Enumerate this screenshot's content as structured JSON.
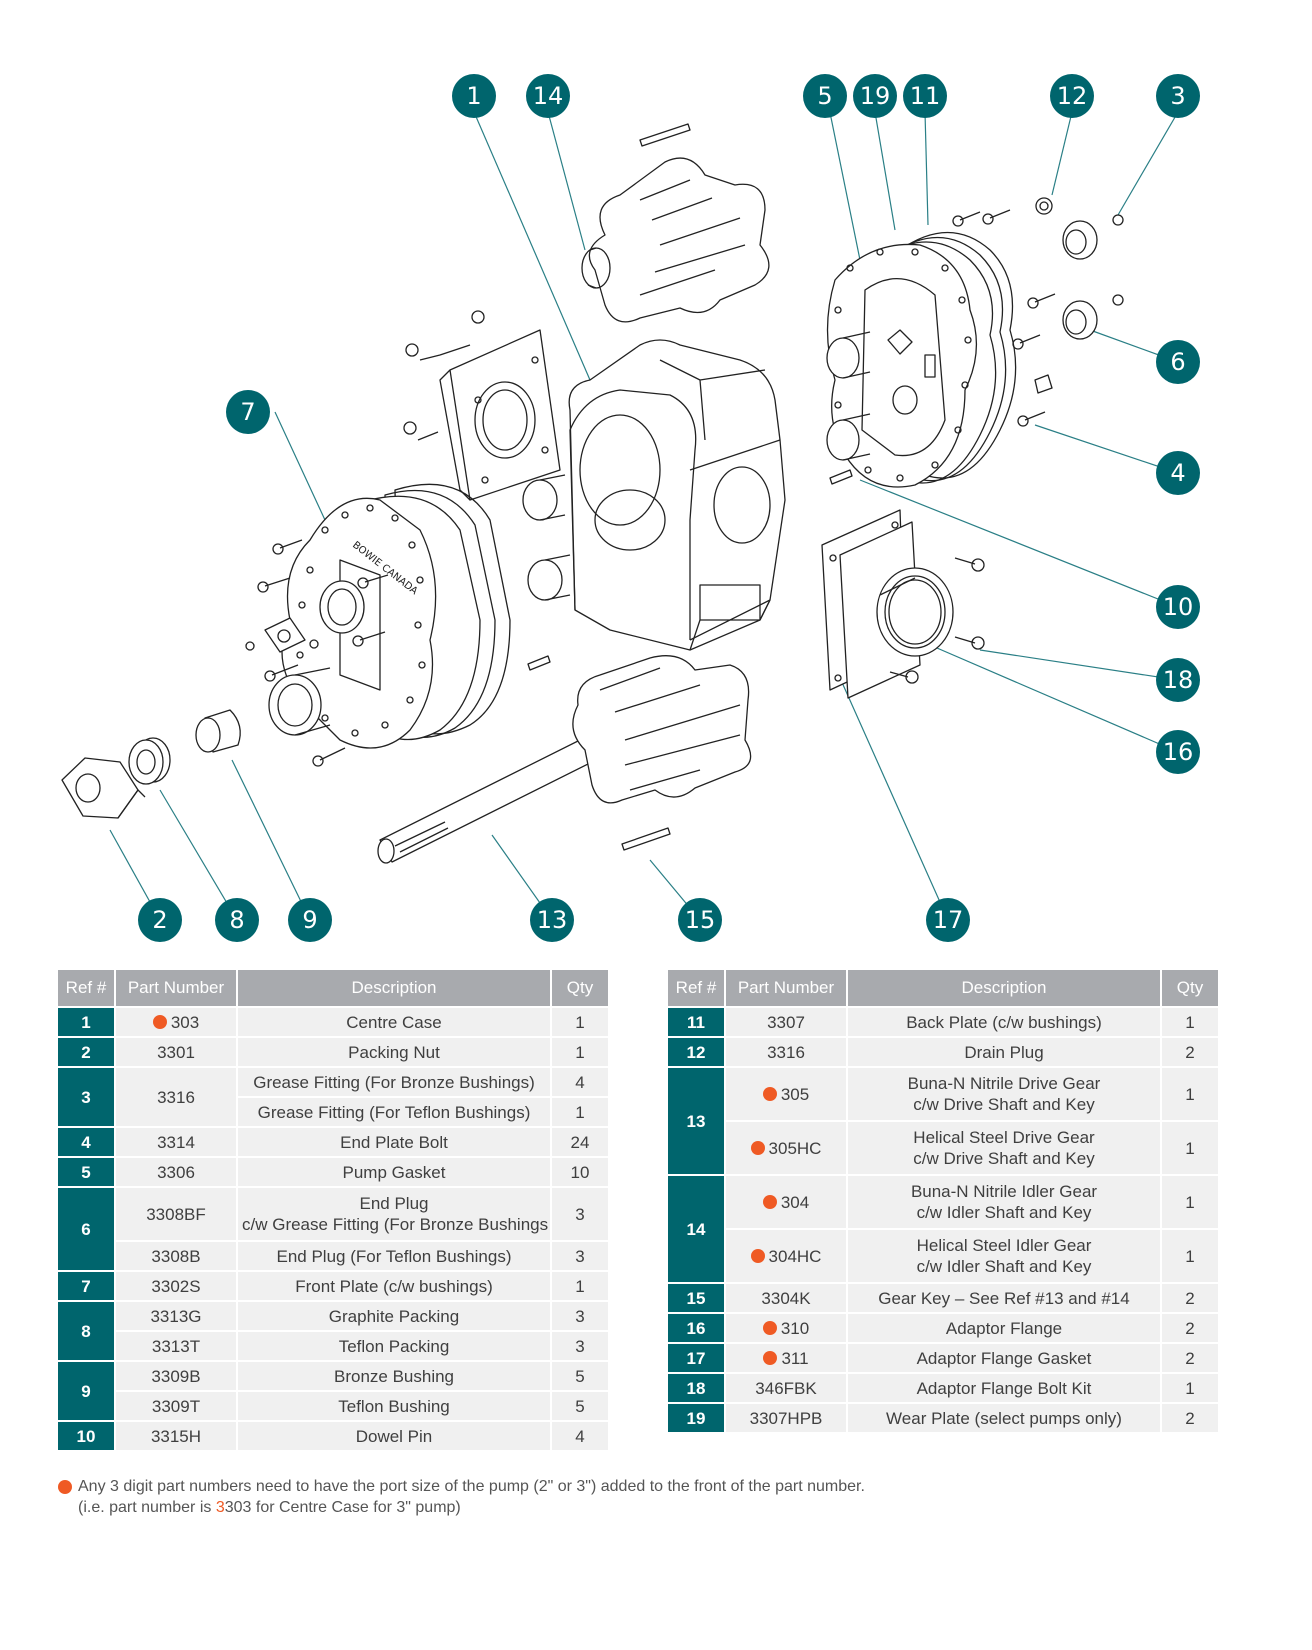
{
  "colors": {
    "teal": "#00656d",
    "header_gray": "#a8aaae",
    "row_gray": "#f0f0f0",
    "accent_orange": "#ef5a24"
  },
  "callouts": [
    "1",
    "14",
    "5",
    "19",
    "11",
    "12",
    "3",
    "6",
    "4",
    "7",
    "10",
    "18",
    "16",
    "2",
    "8",
    "9",
    "13",
    "15",
    "17"
  ],
  "diagram_text": {
    "brand": "BOWIE CANADA"
  },
  "table_headers": [
    "Ref #",
    "Part Number",
    "Description",
    "Qty"
  ],
  "left_table": [
    {
      "ref": "1",
      "items": [
        {
          "part": "303",
          "dot": true,
          "desc": [
            "Centre Case"
          ],
          "qty": "1"
        }
      ]
    },
    {
      "ref": "2",
      "items": [
        {
          "part": "3301",
          "dot": false,
          "desc": [
            "Packing Nut"
          ],
          "qty": "1"
        }
      ]
    },
    {
      "ref": "3",
      "items": [
        {
          "part": "3316",
          "dot": false,
          "desc": [
            "Grease Fitting (For Bronze Bushings)"
          ],
          "qty": "4"
        },
        {
          "part": "",
          "dot": false,
          "desc": [
            "Grease Fitting (For Teflon Bushings)"
          ],
          "qty": "1"
        }
      ]
    },
    {
      "ref": "4",
      "items": [
        {
          "part": "3314",
          "dot": false,
          "desc": [
            "End Plate Bolt"
          ],
          "qty": "24"
        }
      ]
    },
    {
      "ref": "5",
      "items": [
        {
          "part": "3306",
          "dot": false,
          "desc": [
            "Pump Gasket"
          ],
          "qty": "10"
        }
      ]
    },
    {
      "ref": "6",
      "items": [
        {
          "part": "3308BF",
          "dot": false,
          "desc": [
            "End Plug",
            "c/w Grease Fitting (For Bronze Bushings"
          ],
          "qty": "3"
        },
        {
          "part": "3308B",
          "dot": false,
          "desc": [
            "End Plug (For Teflon Bushings)"
          ],
          "qty": "3"
        }
      ]
    },
    {
      "ref": "7",
      "items": [
        {
          "part": "3302S",
          "dot": false,
          "desc": [
            "Front Plate (c/w bushings)"
          ],
          "qty": "1"
        }
      ]
    },
    {
      "ref": "8",
      "items": [
        {
          "part": "3313G",
          "dot": false,
          "desc": [
            "Graphite Packing"
          ],
          "qty": "3"
        },
        {
          "part": "3313T",
          "dot": false,
          "desc": [
            "Teflon Packing"
          ],
          "qty": "3"
        }
      ]
    },
    {
      "ref": "9",
      "items": [
        {
          "part": "3309B",
          "dot": false,
          "desc": [
            "Bronze Bushing"
          ],
          "qty": "5"
        },
        {
          "part": "3309T",
          "dot": false,
          "desc": [
            "Teflon Bushing"
          ],
          "qty": "5"
        }
      ]
    },
    {
      "ref": "10",
      "items": [
        {
          "part": "3315H",
          "dot": false,
          "desc": [
            "Dowel Pin"
          ],
          "qty": "4"
        }
      ]
    }
  ],
  "right_table": [
    {
      "ref": "11",
      "items": [
        {
          "part": "3307",
          "dot": false,
          "desc": [
            "Back Plate (c/w bushings)"
          ],
          "qty": "1"
        }
      ]
    },
    {
      "ref": "12",
      "items": [
        {
          "part": "3316",
          "dot": false,
          "desc": [
            "Drain Plug"
          ],
          "qty": "2"
        }
      ]
    },
    {
      "ref": "13",
      "items": [
        {
          "part": "305",
          "dot": true,
          "desc": [
            "Buna-N Nitrile Drive Gear",
            "c/w Drive Shaft and Key"
          ],
          "qty": "1"
        },
        {
          "part": "305HC",
          "dot": true,
          "desc": [
            "Helical Steel Drive Gear",
            "c/w Drive Shaft and Key"
          ],
          "qty": "1"
        }
      ]
    },
    {
      "ref": "14",
      "items": [
        {
          "part": "304",
          "dot": true,
          "desc": [
            "Buna-N Nitrile Idler Gear",
            "c/w Idler Shaft and Key"
          ],
          "qty": "1"
        },
        {
          "part": "304HC",
          "dot": true,
          "desc": [
            "Helical Steel Idler Gear",
            "c/w Idler Shaft and Key"
          ],
          "qty": "1"
        }
      ]
    },
    {
      "ref": "15",
      "items": [
        {
          "part": "3304K",
          "dot": false,
          "desc": [
            "Gear Key – See Ref #13 and #14"
          ],
          "qty": "2"
        }
      ]
    },
    {
      "ref": "16",
      "items": [
        {
          "part": "310",
          "dot": true,
          "desc": [
            "Adaptor Flange"
          ],
          "qty": "2"
        }
      ]
    },
    {
      "ref": "17",
      "items": [
        {
          "part": "311",
          "dot": true,
          "desc": [
            "Adaptor Flange Gasket"
          ],
          "qty": "2"
        }
      ]
    },
    {
      "ref": "18",
      "items": [
        {
          "part": "346FBK",
          "dot": false,
          "desc": [
            "Adaptor Flange Bolt Kit"
          ],
          "qty": "1"
        }
      ]
    },
    {
      "ref": "19",
      "items": [
        {
          "part": "3307HPB",
          "dot": false,
          "desc": [
            "Wear Plate (select pumps only)"
          ],
          "qty": "2"
        }
      ]
    }
  ],
  "footnote": {
    "line1": "Any 3 digit part numbers need to have the port size of the pump (2\" or 3\") added to the front of the part number.",
    "line2_prefix": "(i.e. part number is ",
    "line2_accent": "3",
    "line2_suffix": "303 for Centre Case for 3\" pump)"
  }
}
